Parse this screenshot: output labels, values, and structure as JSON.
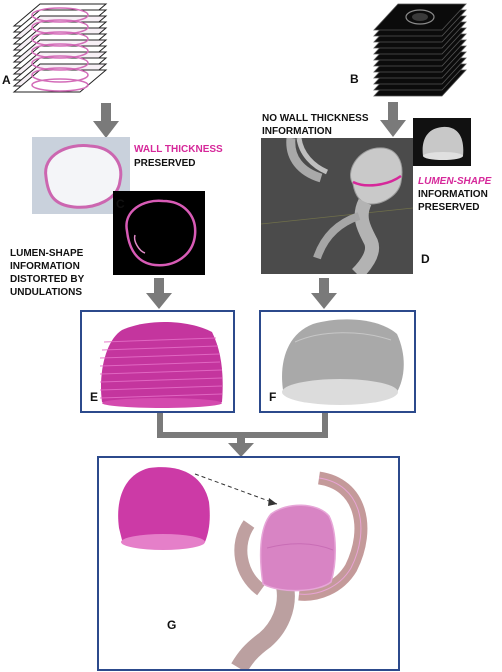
{
  "labels": {
    "a": "A",
    "b": "B",
    "c": "C",
    "d": "D",
    "e": "E",
    "f": "F",
    "g": "G"
  },
  "captions": {
    "wall_thickness": "WALL THICKNESS",
    "preserved": "PRESERVED",
    "no_wall_thickness": "NO WALL THICKNESS\nINFORMATION",
    "lumen_shape_distorted": "LUMEN-SHAPE\nINFORMATION\nDISTORTED BY\nUNDULATIONS",
    "lumen_shape": "LUMEN-SHAPE",
    "information_preserved": "INFORMATION\nPRESERVED"
  },
  "colors": {
    "accent": "#d6289a",
    "panel_border": "#2c4a8c",
    "arrow": "#7a7a7a"
  }
}
